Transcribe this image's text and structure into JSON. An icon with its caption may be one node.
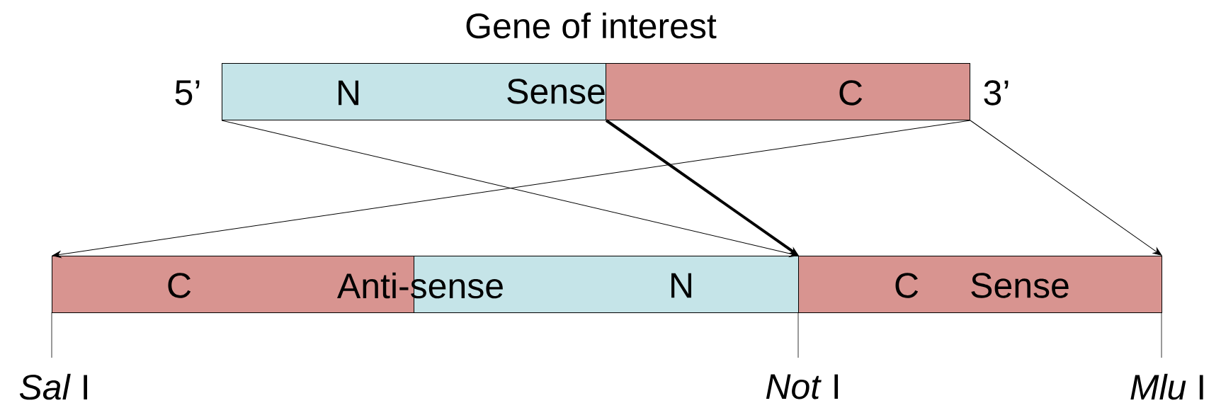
{
  "diagram": {
    "title": "Gene of interest",
    "nodes": [
      {
        "text": [
          "N"
        ],
        "beside": [
          "5’"
        ]
      },
      {
        "text": [
          "C"
        ],
        "beside": [
          "3’"
        ]
      },
      {
        "text": [
          "C"
        ]
      },
      {
        "text": [
          "N"
        ]
      },
      {
        "text": [
          "C",
          "Sense"
        ]
      }
    ],
    "edges": [
      {
        "from": 0,
        "to": 3,
        "arrow": "to"
      },
      {
        "from": 0,
        "to": 3,
        "arrow": "to",
        "style": "thick"
      },
      {
        "from": 1,
        "to": 2,
        "arrow": "to"
      },
      {
        "from": 1,
        "to": 4,
        "arrow": "to"
      }
    ],
    "labels": [
      "Sense",
      "Anti-sense",
      "*Sal* I",
      "*Not* I",
      "*Mlu* I"
    ]
  }
}
